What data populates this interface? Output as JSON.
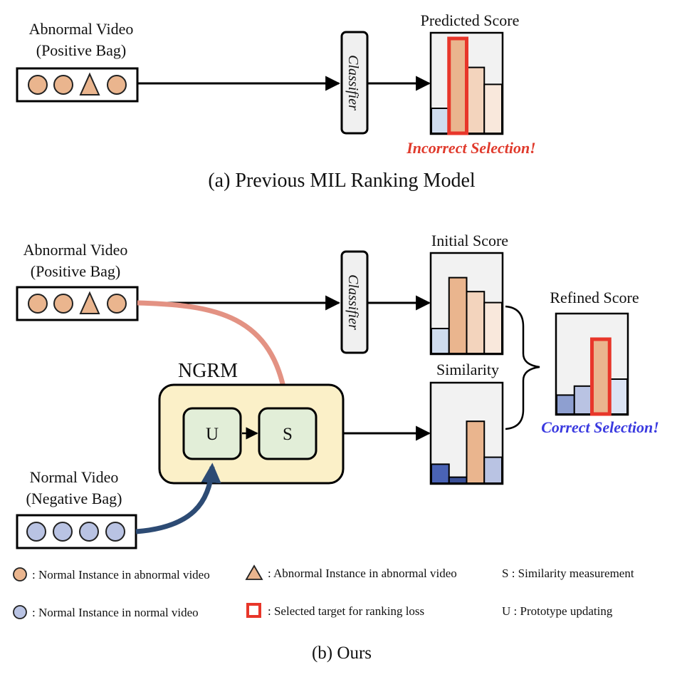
{
  "colors": {
    "abnormal_fill": "#eab58e",
    "normal_fill": "#b9c3e3",
    "highlight_red": "#e8362a",
    "incorrect_text": "#e03a2c",
    "correct_text": "#3a3ae0",
    "ngrm_fill": "#fbf0c8",
    "ngrm_inner_fill": "#e2eed8",
    "pink_arrow": "#e39283",
    "navy_arrow": "#2d4b74",
    "chart_bg": "#f2f2f2"
  },
  "part_a": {
    "input_title_line1": "Abnormal Video",
    "input_title_line2": "(Positive Bag)",
    "classifier_label": "Classifier",
    "score_title": "Predicted Score",
    "selection_note": "Incorrect Selection!",
    "caption": "(a) Previous MIL Ranking Model"
  },
  "part_b": {
    "abnormal_title_line1": "Abnormal Video",
    "abnormal_title_line2": "(Positive Bag)",
    "classifier_label": "Classifier",
    "initial_score_title": "Initial Score",
    "similarity_title": "Similarity",
    "refined_score_title": "Refined Score",
    "selection_note": "Correct Selection!",
    "ngrm_title": "NGRM",
    "u_label": "U",
    "s_label": "S",
    "normal_title_line1": "Normal  Video",
    "normal_title_line2": "(Negative Bag)",
    "caption": "(b) Ours"
  },
  "legend": {
    "item1": ": Normal Instance in abnormal video",
    "item2": ": Abnormal Instance in abnormal video",
    "item3": "S : Similarity measurement",
    "item4": ": Normal Instance in normal video",
    "item5": ": Selected target for ranking loss",
    "item6": "U : Prototype updating"
  },
  "chart_data": [
    {
      "type": "bar",
      "name_ref": "predicted-score",
      "values": [
        0.25,
        0.95,
        0.66,
        0.49
      ],
      "colors": [
        "#cfdcee",
        "#eab58e",
        "#f3d4bd",
        "#f9e8dc"
      ],
      "selected_index": 1,
      "ylim": [
        0,
        1
      ]
    },
    {
      "type": "bar",
      "name_ref": "initial-score",
      "values": [
        0.25,
        0.76,
        0.62,
        0.51
      ],
      "colors": [
        "#cfdcee",
        "#eab58e",
        "#f3d4bd",
        "#f9e8dc"
      ],
      "ylim": [
        0,
        1
      ]
    },
    {
      "type": "bar",
      "name_ref": "similarity",
      "values": [
        0.19,
        0.06,
        0.62,
        0.26
      ],
      "colors": [
        "#4a63b5",
        "#3a4f96",
        "#eab58e",
        "#b9c3e3"
      ],
      "ylim": [
        0,
        1
      ]
    },
    {
      "type": "bar",
      "name_ref": "refined-score",
      "values": [
        0.19,
        0.28,
        0.75,
        0.35
      ],
      "colors": [
        "#8e9fd0",
        "#b9c3e3",
        "#eab58e",
        "#dbe3f4"
      ],
      "selected_index": 2,
      "ylim": [
        0,
        1
      ]
    }
  ]
}
